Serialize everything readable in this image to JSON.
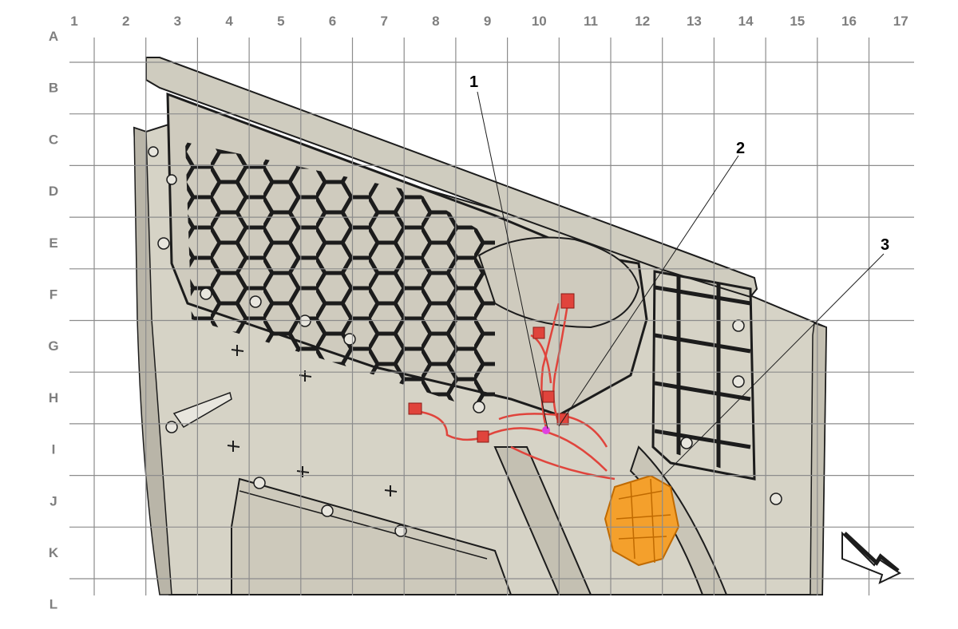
{
  "grid": {
    "columns": [
      "1",
      "2",
      "3",
      "4",
      "5",
      "6",
      "7",
      "8",
      "9",
      "10",
      "11",
      "12",
      "13",
      "14",
      "15",
      "16",
      "17"
    ],
    "rows": [
      "A",
      "B",
      "C",
      "D",
      "E",
      "F",
      "G",
      "H",
      "I",
      "J",
      "K",
      "L"
    ]
  },
  "callouts": [
    {
      "label": "1"
    },
    {
      "label": "2"
    },
    {
      "label": "3"
    }
  ],
  "colors": {
    "panel_fill": "#d6d3c6",
    "panel_shade": "#c4c0b2",
    "outline": "#1c1c1c",
    "grid_line": "#8c8c8c",
    "label_gray": "#7f7f7f",
    "harness_red": "#e0443c",
    "module_orange": "#f4a02c",
    "connector_magenta": "#e040e0"
  },
  "icons": {
    "orientation": "forward-arrow-icon",
    "connector": "magenta-dot-icon"
  }
}
